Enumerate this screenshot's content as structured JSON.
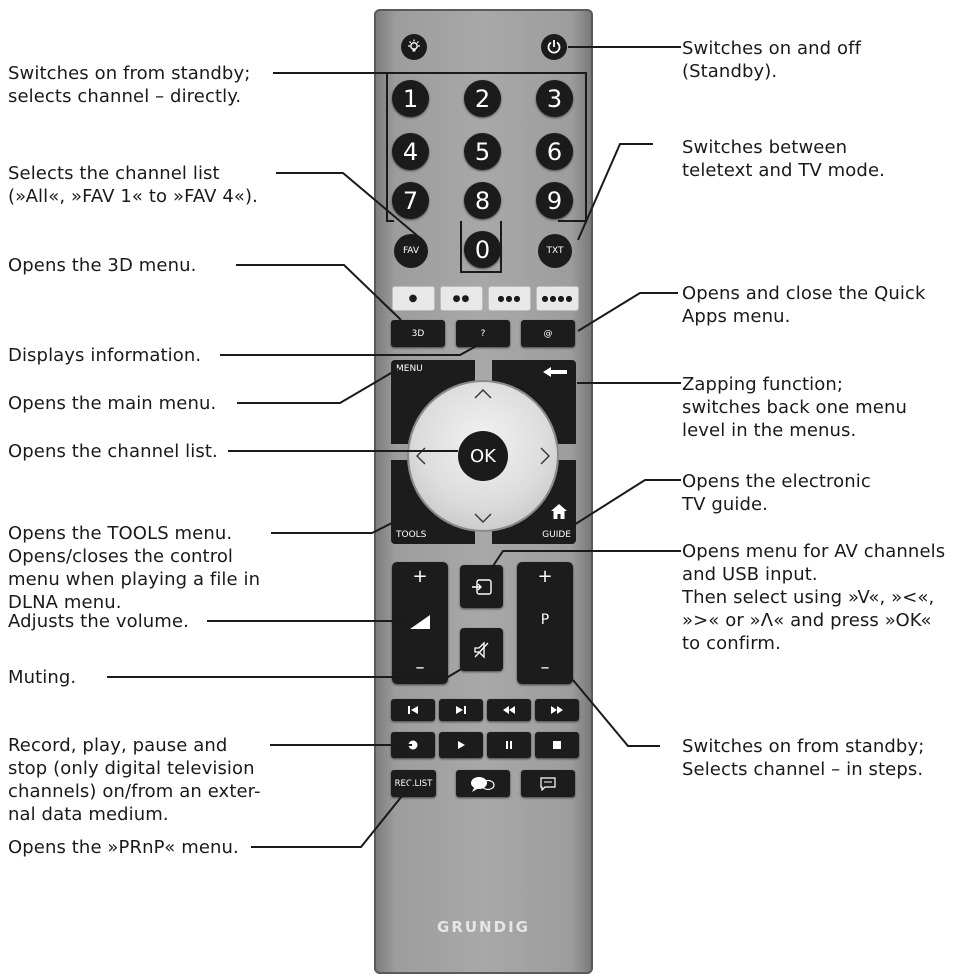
{
  "labels_left": [
    {
      "lines": [
        "Switches on from standby;",
        "selects channel – directly."
      ]
    },
    {
      "lines": [
        "Selects the channel list",
        "(»All«, »FAV 1« to »FAV 4«)."
      ]
    },
    {
      "lines": [
        "Opens the 3D menu."
      ]
    },
    {
      "lines": [
        "Displays information."
      ]
    },
    {
      "lines": [
        "Opens the main menu."
      ]
    },
    {
      "lines": [
        "Opens the channel list."
      ]
    },
    {
      "lines": [
        "Opens the TOOLS menu.",
        "Opens/closes the control",
        "menu when playing a file in",
        "DLNA menu."
      ]
    },
    {
      "lines": [
        "Adjusts the volume."
      ]
    },
    {
      "lines": [
        "Muting."
      ]
    },
    {
      "lines": [
        "Record, play, pause and",
        "stop (only digital television",
        "channels) on/from an exter-",
        "nal data medium."
      ]
    },
    {
      "lines": [
        "Opens the »PRnP« menu."
      ]
    }
  ],
  "labels_right": [
    {
      "lines": [
        "Switches on and off",
        "(Standby)."
      ]
    },
    {
      "lines": [
        "Switches between",
        "teletext and TV mode."
      ]
    },
    {
      "lines": [
        "Opens and close the Quick",
        "Apps menu."
      ]
    },
    {
      "lines": [
        "Zapping function;",
        "switches back one menu",
        "level in the menus."
      ]
    },
    {
      "lines": [
        "Opens the electronic",
        "TV guide."
      ]
    },
    {
      "lines": [
        "Opens menu for AV channels",
        "and USB input.",
        "Then select using »V«, »<«,",
        "»>« or »Λ« and press »OK«",
        "to confirm."
      ]
    },
    {
      "lines": [
        "Switches on from standby;",
        "Selects channel – in steps."
      ]
    }
  ],
  "remote": {
    "light_icon": "light-bulb-icon",
    "power_icon": "power-icon",
    "digits": [
      "1",
      "2",
      "3",
      "4",
      "5",
      "6",
      "7",
      "8",
      "9",
      "0"
    ],
    "fav": "FAV",
    "txt": "TXT",
    "color_keys": [
      "●",
      "●●",
      "●●●",
      "●●●●"
    ],
    "row_3d": "3D",
    "row_info": "?",
    "row_at": "@",
    "menu": "MENU",
    "tools": "TOOLS",
    "guide": "GUIDE",
    "ok": "OK",
    "vol_plus": "+",
    "vol_minus": "–",
    "prog_plus": "+",
    "prog_p": "P",
    "prog_minus": "–",
    "reclist": "REC.LIST",
    "brand": "GRUNDIG"
  }
}
